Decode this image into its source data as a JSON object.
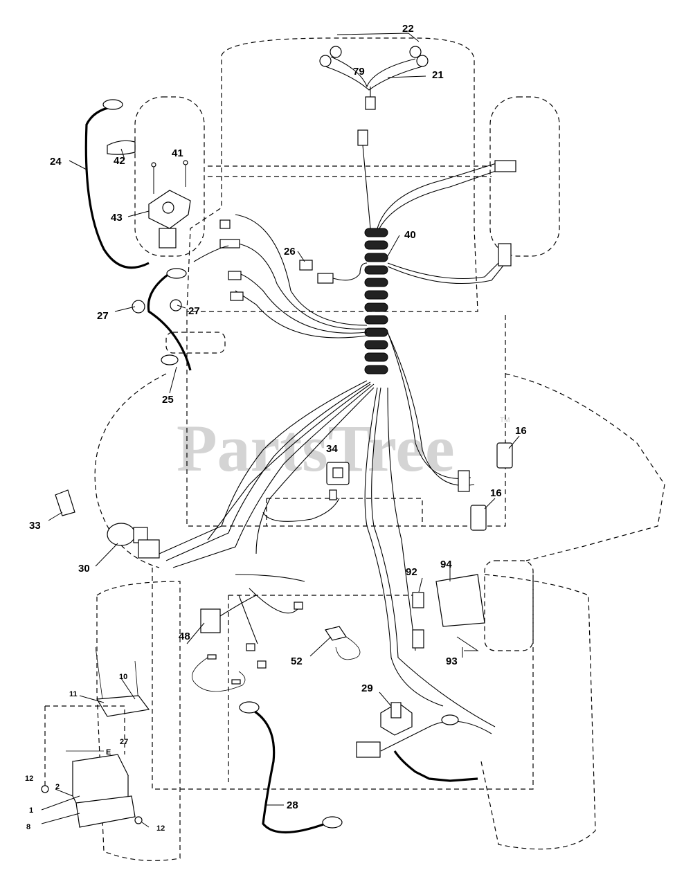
{
  "watermark": {
    "text": "PartsTree",
    "tm": "TM"
  },
  "callouts": [
    {
      "id": "22",
      "label": "22"
    },
    {
      "id": "79",
      "label": "79"
    },
    {
      "id": "21",
      "label": "21"
    },
    {
      "id": "24",
      "label": "24"
    },
    {
      "id": "41",
      "label": "41"
    },
    {
      "id": "42",
      "label": "42"
    },
    {
      "id": "43",
      "label": "43"
    },
    {
      "id": "40",
      "label": "40"
    },
    {
      "id": "26",
      "label": "26"
    },
    {
      "id": "27a",
      "label": "27"
    },
    {
      "id": "27b",
      "label": "27"
    },
    {
      "id": "25",
      "label": "25"
    },
    {
      "id": "16a",
      "label": "16"
    },
    {
      "id": "34",
      "label": "34"
    },
    {
      "id": "16b",
      "label": "16"
    },
    {
      "id": "33",
      "label": "33"
    },
    {
      "id": "30",
      "label": "30"
    },
    {
      "id": "92",
      "label": "92"
    },
    {
      "id": "94",
      "label": "94"
    },
    {
      "id": "48",
      "label": "48"
    },
    {
      "id": "52",
      "label": "52"
    },
    {
      "id": "93",
      "label": "93"
    },
    {
      "id": "10",
      "label": "10"
    },
    {
      "id": "11",
      "label": "11"
    },
    {
      "id": "29",
      "label": "29"
    },
    {
      "id": "27c",
      "label": "27"
    },
    {
      "id": "E",
      "label": "E"
    },
    {
      "id": "12a",
      "label": "12"
    },
    {
      "id": "2",
      "label": "2"
    },
    {
      "id": "1",
      "label": "1"
    },
    {
      "id": "8",
      "label": "8"
    },
    {
      "id": "12b",
      "label": "12"
    },
    {
      "id": "28",
      "label": "28"
    }
  ]
}
